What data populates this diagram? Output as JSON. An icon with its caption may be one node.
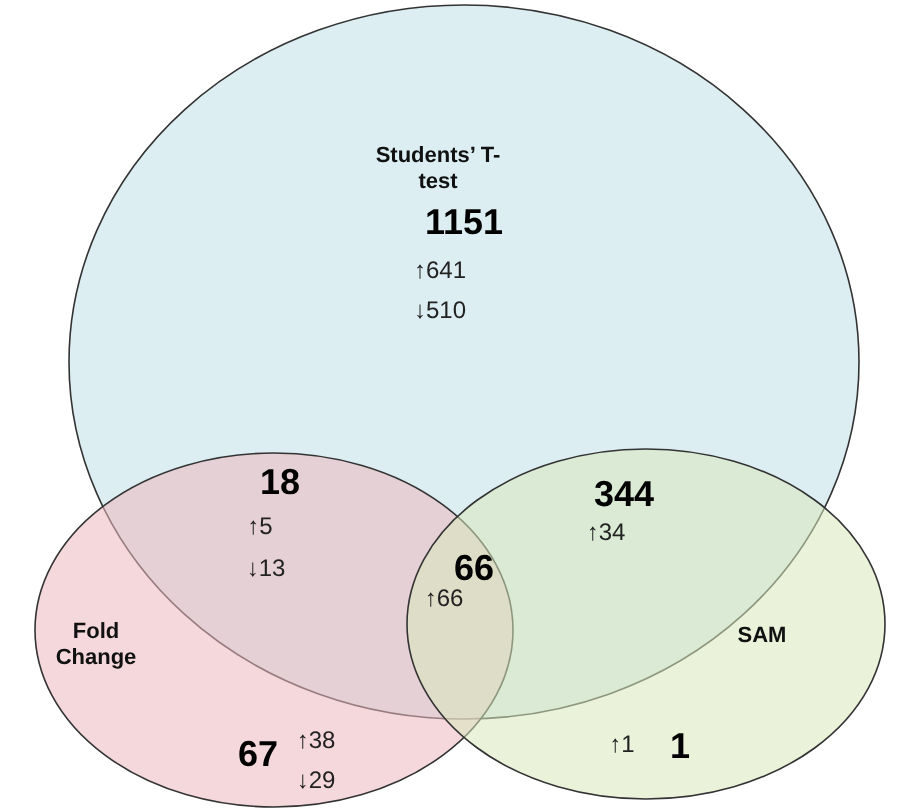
{
  "diagram": {
    "nodes": [
      {
        "text": [
          "Students’ T-test"
        ]
      },
      {
        "text": [
          "Fold Change"
        ]
      },
      {
        "text": [
          "SAM"
        ]
      }
    ],
    "labels": [
      "1151",
      "↑641",
      "↓510",
      "18",
      "↑5",
      "↓13",
      "66",
      "↑66",
      "344",
      "↑34",
      "67",
      "↑38",
      "↓29",
      "↑1",
      "1"
    ]
  }
}
